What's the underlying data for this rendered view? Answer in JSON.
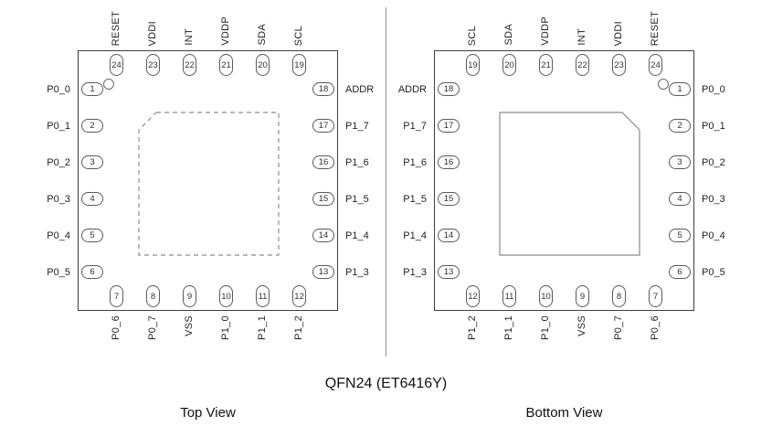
{
  "title": "QFN24 (ET6416Y)",
  "colors": {
    "chip_outline": "#3f3f3f",
    "pin_outline": "#5a5a5a",
    "pad_outline": "#8c8c8c",
    "text": "#1f1f1f"
  },
  "views": [
    {
      "caption": "Top View",
      "pins": {
        "top": [
          {
            "n": "24",
            "label": "RESET"
          },
          {
            "n": "23",
            "label": "VDDI"
          },
          {
            "n": "22",
            "label": "INT"
          },
          {
            "n": "21",
            "label": "VDDP"
          },
          {
            "n": "20",
            "label": "SDA"
          },
          {
            "n": "19",
            "label": "SCL"
          }
        ],
        "left": [
          {
            "n": "1",
            "label": "P0_0"
          },
          {
            "n": "2",
            "label": "P0_1"
          },
          {
            "n": "3",
            "label": "P0_2"
          },
          {
            "n": "4",
            "label": "P0_3"
          },
          {
            "n": "5",
            "label": "P0_4"
          },
          {
            "n": "6",
            "label": "P0_5"
          }
        ],
        "right": [
          {
            "n": "18",
            "label": "ADDR"
          },
          {
            "n": "17",
            "label": "P1_7"
          },
          {
            "n": "16",
            "label": "P1_6"
          },
          {
            "n": "15",
            "label": "P1_5"
          },
          {
            "n": "14",
            "label": "P1_4"
          },
          {
            "n": "13",
            "label": "P1_3"
          }
        ],
        "bottom": [
          {
            "n": "7",
            "label": "P0_6"
          },
          {
            "n": "8",
            "label": "P0_7"
          },
          {
            "n": "9",
            "label": "VSS"
          },
          {
            "n": "10",
            "label": "P1_0"
          },
          {
            "n": "11",
            "label": "P1_1"
          },
          {
            "n": "12",
            "label": "P1_2"
          }
        ]
      }
    },
    {
      "caption": "Bottom View",
      "pins": {
        "top": [
          {
            "n": "19",
            "label": "SCL"
          },
          {
            "n": "20",
            "label": "SDA"
          },
          {
            "n": "21",
            "label": "VDDP"
          },
          {
            "n": "22",
            "label": "INT"
          },
          {
            "n": "23",
            "label": "VDDI"
          },
          {
            "n": "24",
            "label": "RESET"
          }
        ],
        "left": [
          {
            "n": "18",
            "label": "ADDR"
          },
          {
            "n": "17",
            "label": "P1_7"
          },
          {
            "n": "16",
            "label": "P1_6"
          },
          {
            "n": "15",
            "label": "P1_5"
          },
          {
            "n": "14",
            "label": "P1_4"
          },
          {
            "n": "13",
            "label": "P1_3"
          }
        ],
        "right": [
          {
            "n": "1",
            "label": "P0_0"
          },
          {
            "n": "2",
            "label": "P0_1"
          },
          {
            "n": "3",
            "label": "P0_2"
          },
          {
            "n": "4",
            "label": "P0_3"
          },
          {
            "n": "5",
            "label": "P0_4"
          },
          {
            "n": "6",
            "label": "P0_5"
          }
        ],
        "bottom": [
          {
            "n": "12",
            "label": "P1_2"
          },
          {
            "n": "11",
            "label": "P1_1"
          },
          {
            "n": "10",
            "label": "P1_0"
          },
          {
            "n": "9",
            "label": "VSS"
          },
          {
            "n": "8",
            "label": "P0_7"
          },
          {
            "n": "7",
            "label": "P0_6"
          }
        ]
      }
    }
  ]
}
